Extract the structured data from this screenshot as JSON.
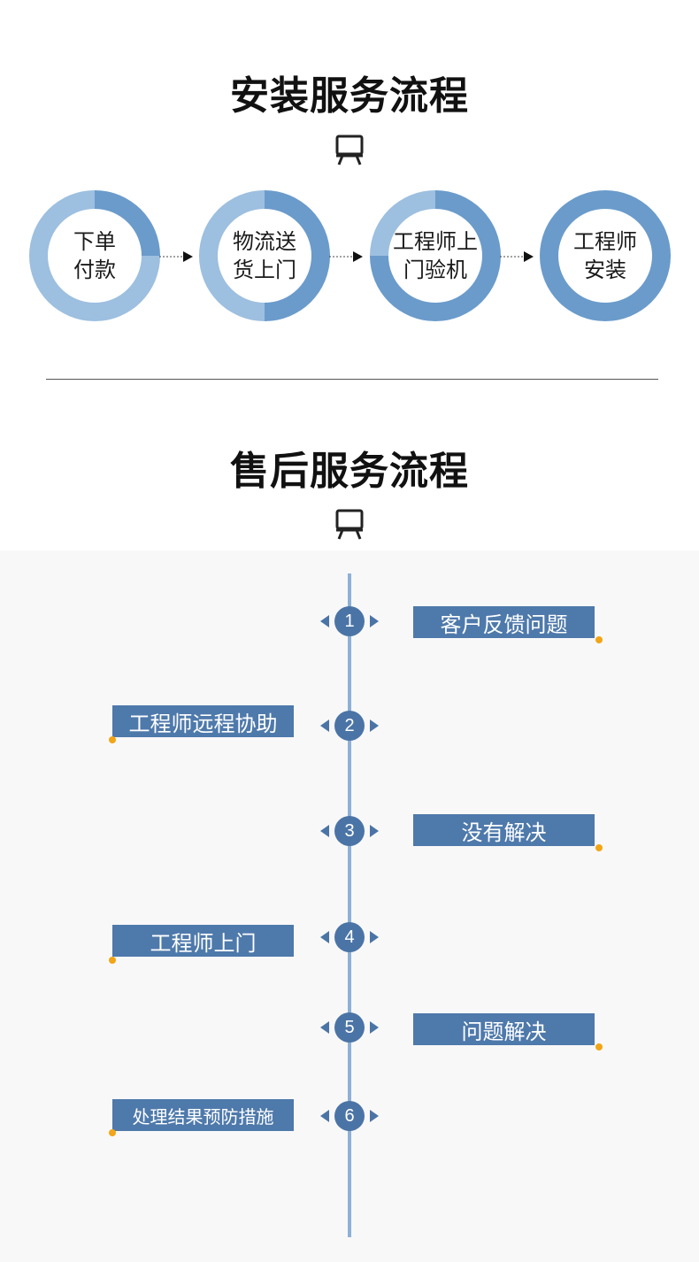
{
  "install": {
    "title": "安装服务流程",
    "steps": [
      {
        "line1": "下单",
        "line2": "付款"
      },
      {
        "line1": "物流送",
        "line2": "货上门"
      },
      {
        "line1": "工程师上",
        "line2": "门验机"
      },
      {
        "line1": "工程师",
        "line2": "安装"
      }
    ]
  },
  "aftersale": {
    "title": "售后服务流程",
    "steps": [
      {
        "num": "1",
        "label": "客户反馈问题",
        "side": "right"
      },
      {
        "num": "2",
        "label": "工程师远程协助",
        "side": "left"
      },
      {
        "num": "3",
        "label": "没有解决",
        "side": "right"
      },
      {
        "num": "4",
        "label": "工程师上门",
        "side": "left"
      },
      {
        "num": "5",
        "label": "问题解决",
        "side": "right"
      },
      {
        "num": "6",
        "label": "处理结果预防措施",
        "side": "left"
      }
    ]
  },
  "colors": {
    "ring_light": "#9dbfe0",
    "ring_dark": "#6a9bcb",
    "node": "#4b74a6",
    "box": "#4e79ab",
    "line": "#8fb0d6",
    "dot": "#f2a516"
  },
  "icons": {
    "title_icon": "easel-icon",
    "connector_icon": "dotted-arrow-icon"
  }
}
